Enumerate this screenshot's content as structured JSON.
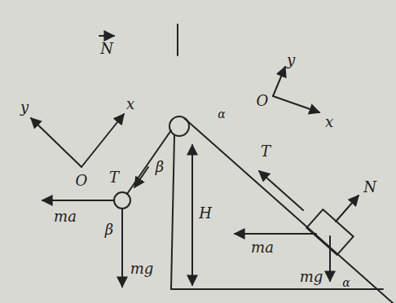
{
  "diagram": {
    "labels": [
      "N",
      "y",
      "x",
      "O",
      "T",
      "β",
      "ma",
      "mg",
      "β",
      "H",
      "y",
      "O",
      "x",
      "T",
      "N",
      "ma",
      "mg",
      "α",
      "α"
    ]
  }
}
